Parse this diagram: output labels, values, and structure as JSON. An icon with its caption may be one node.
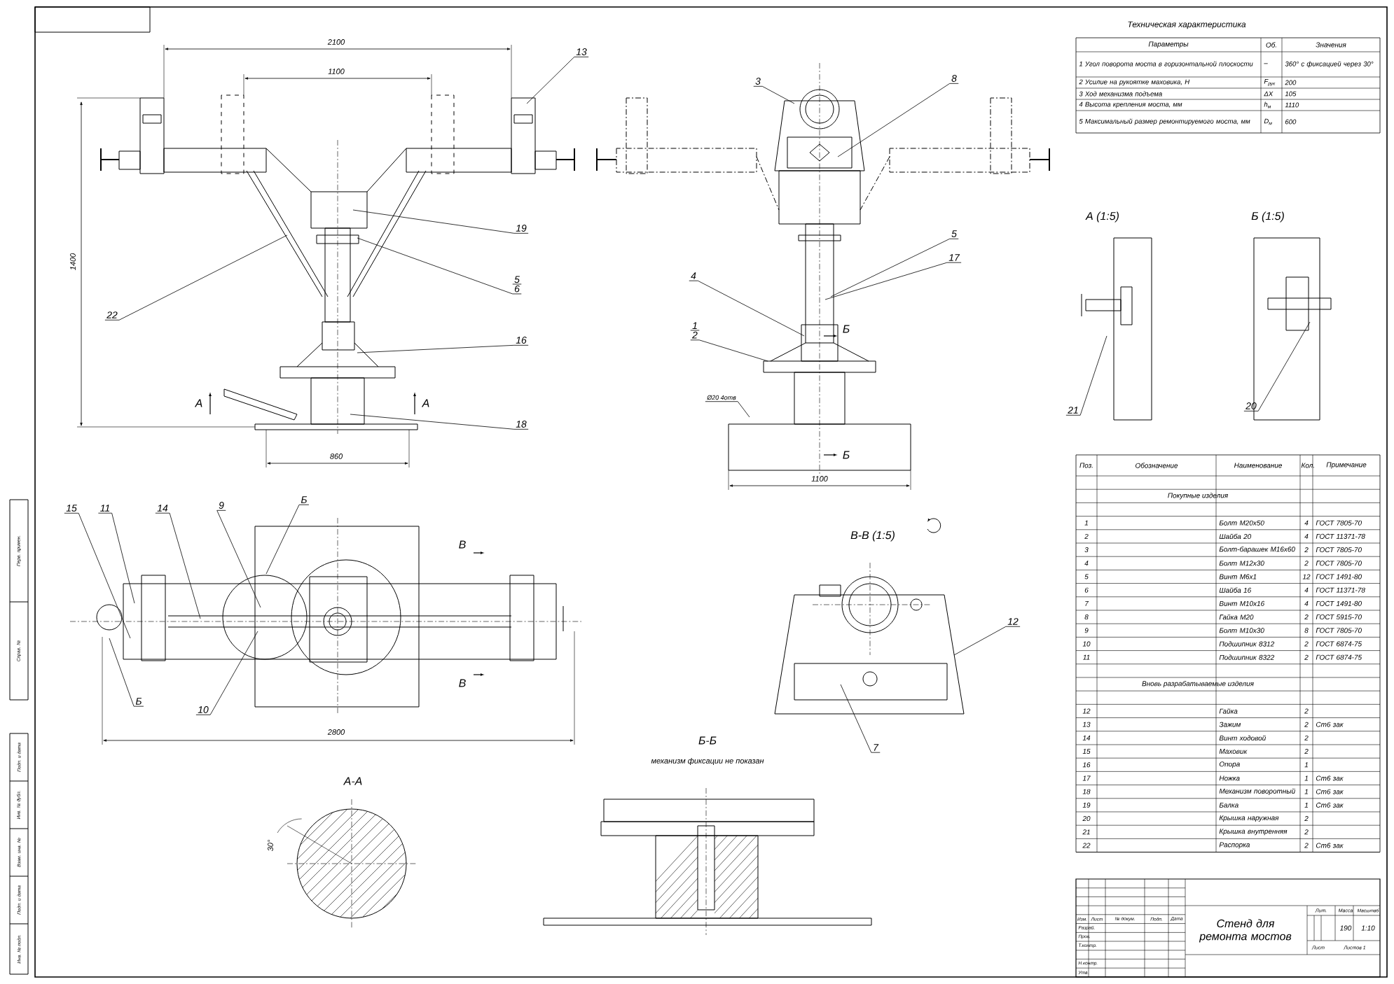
{
  "diagram": {
    "nodes": [
      {
        "text": [
          "13"
        ]
      },
      {
        "text": [
          "3"
        ]
      },
      {
        "text": [
          "8"
        ]
      },
      {
        "text": [
          "19"
        ]
      },
      {
        "text": [
          "5",
          "6"
        ]
      },
      {
        "text": [
          "5"
        ]
      },
      {
        "text": [
          "17"
        ]
      },
      {
        "text": [
          "22"
        ]
      },
      {
        "text": [
          "4"
        ]
      },
      {
        "text": [
          "1",
          "2"
        ]
      },
      {
        "text": [
          "16"
        ]
      },
      {
        "text": [
          "18"
        ]
      },
      {
        "text": [
          "Ø20 4отв"
        ]
      },
      {
        "text": [
          "21"
        ]
      },
      {
        "text": [
          "20"
        ]
      },
      {
        "text": [
          "Б"
        ]
      },
      {
        "text": [
          "15"
        ]
      },
      {
        "text": [
          "11"
        ]
      },
      {
        "text": [
          "14"
        ]
      },
      {
        "text": [
          "9"
        ]
      },
      {
        "text": [
          "Б"
        ]
      },
      {
        "text": [
          "10"
        ]
      },
      {
        "text": [
          "12"
        ]
      },
      {
        "text": [
          "7"
        ]
      }
    ],
    "edges": [
      {
        "from": 0,
        "to": null,
        "arrow": "none"
      },
      {
        "from": 1,
        "to": null,
        "arrow": "none"
      },
      {
        "from": 2,
        "to": null,
        "arrow": "none"
      },
      {
        "from": 3,
        "to": null,
        "arrow": "none"
      },
      {
        "from": 4,
        "to": null,
        "arrow": "none"
      },
      {
        "from": 5,
        "to": null,
        "arrow": "none"
      },
      {
        "from": 6,
        "to": null,
        "arrow": "none"
      },
      {
        "from": 7,
        "to": null,
        "arrow": "none"
      },
      {
        "from": 8,
        "to": null,
        "arrow": "none"
      },
      {
        "from": 9,
        "to": null,
        "arrow": "none"
      },
      {
        "from": 10,
        "to": null,
        "arrow": "none"
      },
      {
        "from": 11,
        "to": null,
        "arrow": "none"
      },
      {
        "from": 12,
        "to": null,
        "arrow": "none"
      },
      {
        "from": 13,
        "to": null,
        "arrow": "none"
      },
      {
        "from": 14,
        "to": null,
        "arrow": "none"
      },
      {
        "from": 15,
        "to": null,
        "arrow": "none"
      },
      {
        "from": 16,
        "to": null,
        "arrow": "none"
      },
      {
        "from": 17,
        "to": null,
        "arrow": "none"
      },
      {
        "from": 18,
        "to": null,
        "arrow": "none"
      },
      {
        "from": 19,
        "to": null,
        "arrow": "none"
      },
      {
        "from": 20,
        "to": null,
        "arrow": "none"
      },
      {
        "from": 21,
        "to": null,
        "arrow": "none"
      },
      {
        "from": 22,
        "to": null,
        "arrow": "none"
      },
      {
        "from": 23,
        "to": null,
        "arrow": "none"
      }
    ],
    "labels": [
      "2100",
      "1100",
      "1400",
      "А",
      "А",
      "860",
      "Б",
      "Б",
      "1100",
      "Техническая характеристика",
      "Параметры",
      "Об.",
      "Значения",
      "1 Угол поворота моста в горизонтальной плоскости",
      "–",
      "360° с фиксацией через 30°",
      "2 Усилие на рукоятке маховика, Н",
      "F$_{рук}$",
      "200",
      "3 Ход механизма подъема",
      "ΔX",
      "105",
      "4 Высота крепления моста, мм",
      "h$_{м}$",
      "1110",
      "5 Максимальный размер ремонтируемого моста, мм",
      "D$_{м}$",
      "600",
      "А (1:5)",
      "Б (1:5)",
      "В",
      "В",
      "В-В (1:5)",
      "2800",
      "А-А",
      "30°",
      "Б-Б",
      "механизм фиксации не показан",
      "Поз.",
      "Обозначение",
      "Наименование",
      "Кол.",
      "Примечание",
      "Покупные изделия",
      "1",
      "Болт М20х50",
      "4",
      "ГОСТ 7805-70",
      "2",
      "Шайба 20",
      "4",
      "ГОСТ 11371-78",
      "3",
      "Болт-барашек М16х60",
      "2",
      "ГОСТ 7805-70",
      "4",
      "Болт М12х30",
      "2",
      "ГОСТ 7805-70",
      "5",
      "Винт М6х1",
      "12",
      "ГОСТ 1491-80",
      "6",
      "Шайба 16",
      "4",
      "ГОСТ 11371-78",
      "7",
      "Винт М10х16",
      "4",
      "ГОСТ 1491-80",
      "8",
      "Гайка М20",
      "2",
      "ГОСТ 5915-70",
      "9",
      "Болт М10х30",
      "8",
      "ГОСТ 7805-70",
      "10",
      "Подшипник 8312",
      "2",
      "ГОСТ 6874-75",
      "11",
      "Подшипник 8322",
      "2",
      "ГОСТ 6874-75",
      "Вновь разрабатываемые изделия",
      "12",
      "Гайка",
      "2",
      "13",
      "Зажим",
      "2",
      "Ст6 зак",
      "14",
      "Винт ходовой",
      "2",
      "15",
      "Маховик",
      "2",
      "16",
      "Опора",
      "1",
      "17",
      "Ножка",
      "1",
      "Ст6 зак",
      "18",
      "Механизм поворотный",
      "1",
      "Ст6 зак",
      "19",
      "Балка",
      "1",
      "Ст6 зак",
      "20",
      "Крышка наружная",
      "2",
      "21",
      "Крышка внутренняя",
      "2",
      "22",
      "Распорка",
      "2",
      "Ст6 зак",
      "Изм.",
      "Лист",
      "№ докум.",
      "Подп.",
      "Дата",
      "Разраб.",
      "Пров.",
      "Т.контр.",
      "Н.контр.",
      "Утв.",
      "Стенд для ремонта мостов",
      "Лит.",
      "Масса",
      "Масштаб",
      "190",
      "1:10",
      "Лист",
      "Листов 1",
      "Перв. примен.",
      "Справ. №",
      "Подп. и дата",
      "Инв. № дубл.",
      "Взам. инв. №",
      "Подп. и дата",
      "Инв. № подл."
    ]
  }
}
